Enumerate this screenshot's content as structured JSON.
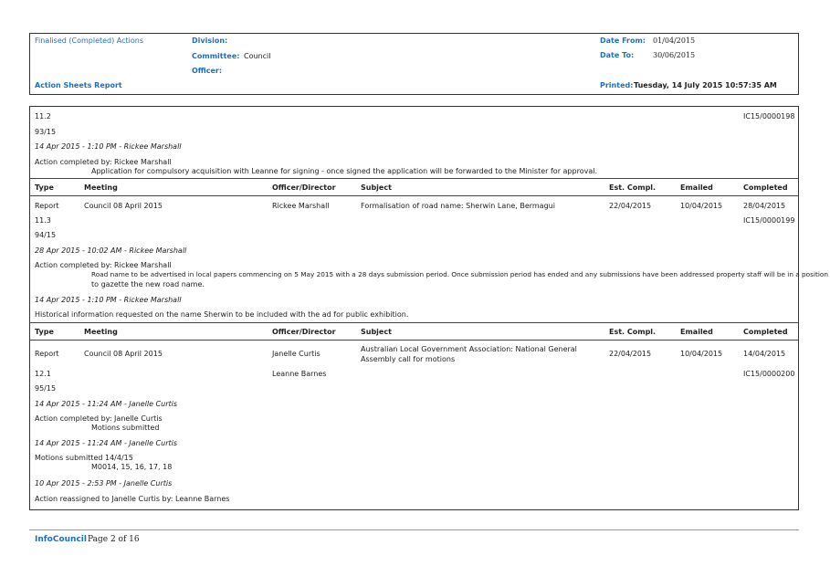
{
  "header": {
    "report_type": "Finalised (Completed) Actions",
    "division_label": "Division:",
    "committee_label": "Committee:",
    "committee_value": "Council",
    "officer_label": "Officer:",
    "report_name": "Action Sheets Report",
    "date_from_label": "Date From:",
    "date_from_value": "01/04/2015",
    "date_to_label": "Date To:",
    "date_to_value": "30/06/2015",
    "printed_label": "Printed:",
    "printed_value": "Tuesday, 14 July 2015  10:57:35 AM"
  },
  "columns": {
    "type": "Type",
    "meeting": "Meeting",
    "officer": "Officer/Director",
    "subject": "Subject",
    "est_compl": "Est. Compl.",
    "emailed": "Emailed",
    "completed": "Completed"
  },
  "record0": {
    "item": "11.2",
    "ref": "IC15/0000198",
    "resolution": "93/15",
    "note1_stamp": "14 Apr 2015 - 1:10 PM - Rickee Marshall",
    "note1_line1": "Action completed by: Rickee Marshall",
    "note1_line2": "Application for compulsory acquisition with Leanne for signing - once signed the application will be forwarded to the Minister for approval."
  },
  "record1": {
    "type": "Report",
    "meeting": "Council 08 April 2015",
    "officer": "Rickee Marshall",
    "subject": "Formalisation of road name: Sherwin Lane, Bermagui",
    "est_compl": "22/04/2015",
    "emailed": "10/04/2015",
    "completed": "28/04/2015",
    "item": "11.3",
    "ref": "IC15/0000199",
    "resolution": "94/15",
    "note1_stamp": "28 Apr 2015 - 10:02 AM - Rickee Marshall",
    "note1_line1": "Action completed by: Rickee Marshall",
    "note1_line2": "Road name to be advertised in local papers commencing on 5 May 2015 with a 28 days submission period. Once submission period has ended and any submissions have been addressed property staff will be in a position",
    "note1_line3": "to gazette the new road name.",
    "note2_stamp": "14 Apr 2015 - 1:10 PM - Rickee Marshall",
    "note2_line1": "Historical information requested on the name Sherwin to be included with the ad for public exhibition."
  },
  "record2": {
    "type": "Report",
    "meeting": "Council 08 April 2015",
    "officer": "Janelle Curtis",
    "officer2": "Leanne Barnes",
    "subject": "Australian Local Government Association: National General Assembly call for motions",
    "est_compl": "22/04/2015",
    "emailed": "10/04/2015",
    "completed": "14/04/2015",
    "item": "12.1",
    "ref": "IC15/0000200",
    "resolution": "95/15",
    "note1_stamp": "14 Apr 2015 - 11:24 AM - Janelle Curtis",
    "note1_line1": "Action completed by: Janelle Curtis",
    "note1_line2": "Motions submitted",
    "note2_stamp": "14 Apr 2015 - 11:24 AM - Janelle Curtis",
    "note2_line1": "Motions submitted 14/4/15",
    "note2_line2": "M0014, 15, 16, 17, 18",
    "note3_stamp": "10 Apr 2015 - 2:53 PM - Janelle Curtis",
    "note3_line1": "Action reassigned to Janelle Curtis by: Leanne Barnes"
  },
  "footer": {
    "brand": "InfoCouncil",
    "page": "Page 2 of 16"
  },
  "colors": {
    "accent": "#1f6fbf",
    "border": "#333333"
  }
}
